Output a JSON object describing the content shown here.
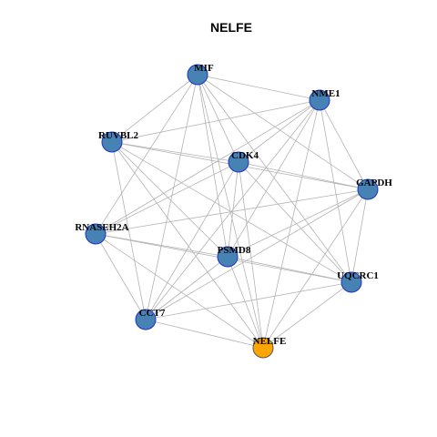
{
  "title": "NELFE",
  "colors": {
    "node_fill": "#4682B4",
    "node_stroke": "#1E32C8",
    "highlight_fill": "#FFA500",
    "highlight_stroke": "#555555",
    "edge": "#B3B3B3"
  },
  "nodes": [
    {
      "id": "MIF",
      "highlight": false
    },
    {
      "id": "NME1",
      "highlight": false
    },
    {
      "id": "RUVBL2",
      "highlight": false
    },
    {
      "id": "CDK4",
      "highlight": false
    },
    {
      "id": "GAPDH",
      "highlight": false
    },
    {
      "id": "RNASEH2A",
      "highlight": false
    },
    {
      "id": "PSMD8",
      "highlight": false
    },
    {
      "id": "UQCRC1",
      "highlight": false
    },
    {
      "id": "CCT7",
      "highlight": false
    },
    {
      "id": "NELFE",
      "highlight": true
    }
  ],
  "edges": [
    [
      "MIF",
      "NME1"
    ],
    [
      "MIF",
      "RUVBL2"
    ],
    [
      "MIF",
      "CDK4"
    ],
    [
      "MIF",
      "GAPDH"
    ],
    [
      "MIF",
      "RNASEH2A"
    ],
    [
      "MIF",
      "PSMD8"
    ],
    [
      "MIF",
      "UQCRC1"
    ],
    [
      "MIF",
      "CCT7"
    ],
    [
      "MIF",
      "NELFE"
    ],
    [
      "NME1",
      "RUVBL2"
    ],
    [
      "NME1",
      "CDK4"
    ],
    [
      "NME1",
      "GAPDH"
    ],
    [
      "NME1",
      "RNASEH2A"
    ],
    [
      "NME1",
      "PSMD8"
    ],
    [
      "NME1",
      "UQCRC1"
    ],
    [
      "NME1",
      "CCT7"
    ],
    [
      "NME1",
      "NELFE"
    ],
    [
      "RUVBL2",
      "CDK4"
    ],
    [
      "RUVBL2",
      "GAPDH"
    ],
    [
      "RUVBL2",
      "PSMD8"
    ],
    [
      "RUVBL2",
      "UQCRC1"
    ],
    [
      "RUVBL2",
      "CCT7"
    ],
    [
      "RUVBL2",
      "NELFE"
    ],
    [
      "CDK4",
      "GAPDH"
    ],
    [
      "CDK4",
      "RNASEH2A"
    ],
    [
      "CDK4",
      "PSMD8"
    ],
    [
      "CDK4",
      "UQCRC1"
    ],
    [
      "CDK4",
      "CCT7"
    ],
    [
      "CDK4",
      "NELFE"
    ],
    [
      "GAPDH",
      "RNASEH2A"
    ],
    [
      "GAPDH",
      "PSMD8"
    ],
    [
      "GAPDH",
      "UQCRC1"
    ],
    [
      "GAPDH",
      "CCT7"
    ],
    [
      "GAPDH",
      "NELFE"
    ],
    [
      "RNASEH2A",
      "PSMD8"
    ],
    [
      "RNASEH2A",
      "UQCRC1"
    ],
    [
      "RNASEH2A",
      "CCT7"
    ],
    [
      "RNASEH2A",
      "NELFE"
    ],
    [
      "PSMD8",
      "UQCRC1"
    ],
    [
      "PSMD8",
      "CCT7"
    ],
    [
      "PSMD8",
      "NELFE"
    ],
    [
      "UQCRC1",
      "CCT7"
    ],
    [
      "UQCRC1",
      "NELFE"
    ],
    [
      "CCT7",
      "NELFE"
    ]
  ]
}
